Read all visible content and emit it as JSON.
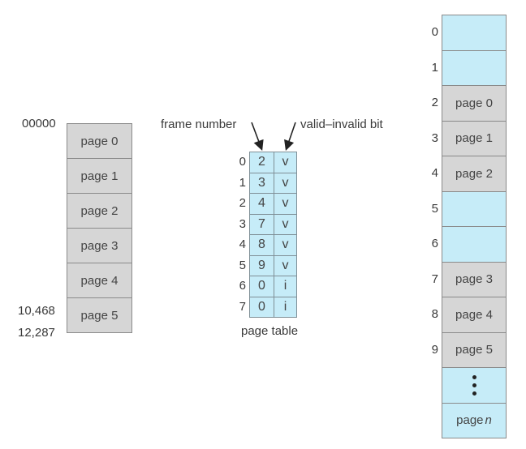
{
  "logical_memory": {
    "pages": [
      "page 0",
      "page 1",
      "page 2",
      "page 3",
      "page 4",
      "page 5"
    ],
    "address_labels": {
      "start": "00000",
      "last_page_start": "10,468",
      "end": "12,287"
    }
  },
  "page_table": {
    "title": "page table",
    "frame_number_label": "frame number",
    "valid_bit_label": "valid–invalid bit",
    "rows": [
      {
        "index": "0",
        "frame": "2",
        "bit": "v"
      },
      {
        "index": "1",
        "frame": "3",
        "bit": "v"
      },
      {
        "index": "2",
        "frame": "4",
        "bit": "v"
      },
      {
        "index": "3",
        "frame": "7",
        "bit": "v"
      },
      {
        "index": "4",
        "frame": "8",
        "bit": "v"
      },
      {
        "index": "5",
        "frame": "9",
        "bit": "v"
      },
      {
        "index": "6",
        "frame": "0",
        "bit": "i"
      },
      {
        "index": "7",
        "frame": "0",
        "bit": "i"
      }
    ]
  },
  "physical_memory": {
    "frames": [
      {
        "index": "0",
        "content": "",
        "state": "free"
      },
      {
        "index": "1",
        "content": "",
        "state": "free"
      },
      {
        "index": "2",
        "content": "page 0",
        "state": "used"
      },
      {
        "index": "3",
        "content": "page 1",
        "state": "used"
      },
      {
        "index": "4",
        "content": "page 2",
        "state": "used"
      },
      {
        "index": "5",
        "content": "",
        "state": "free"
      },
      {
        "index": "6",
        "content": "",
        "state": "free"
      },
      {
        "index": "7",
        "content": "page 3",
        "state": "used"
      },
      {
        "index": "8",
        "content": "page 4",
        "state": "used"
      },
      {
        "index": "9",
        "content": "page 5",
        "state": "used"
      },
      {
        "index": "",
        "content": "⋮",
        "state": "ellipsis"
      },
      {
        "index": "",
        "content": "page ",
        "content_italic": "n",
        "state": "free"
      }
    ]
  },
  "colors": {
    "used": "#d6d6d6",
    "free": "#c6ecf8"
  }
}
